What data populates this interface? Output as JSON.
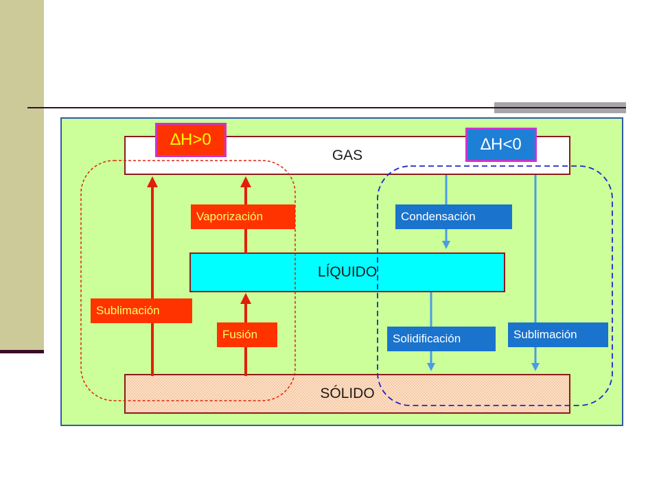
{
  "diagram": {
    "states": {
      "gas": "GAS",
      "liquid": "LÍQUIDO",
      "solid": "SÓLIDO"
    },
    "enthalpy": {
      "positive": "∆H>0",
      "negative": "∆H<0"
    },
    "processes": {
      "vaporization": "Vaporización",
      "sublimation_up": "Sublimación",
      "fusion": "Fusión",
      "condensation": "Condensación",
      "solidification": "Solidificación",
      "sublimation_down": "Sublimación"
    },
    "colors": {
      "endothermic": "#ff3300",
      "exothermic": "#1a73cc",
      "panel_background": "#ccff99"
    }
  }
}
